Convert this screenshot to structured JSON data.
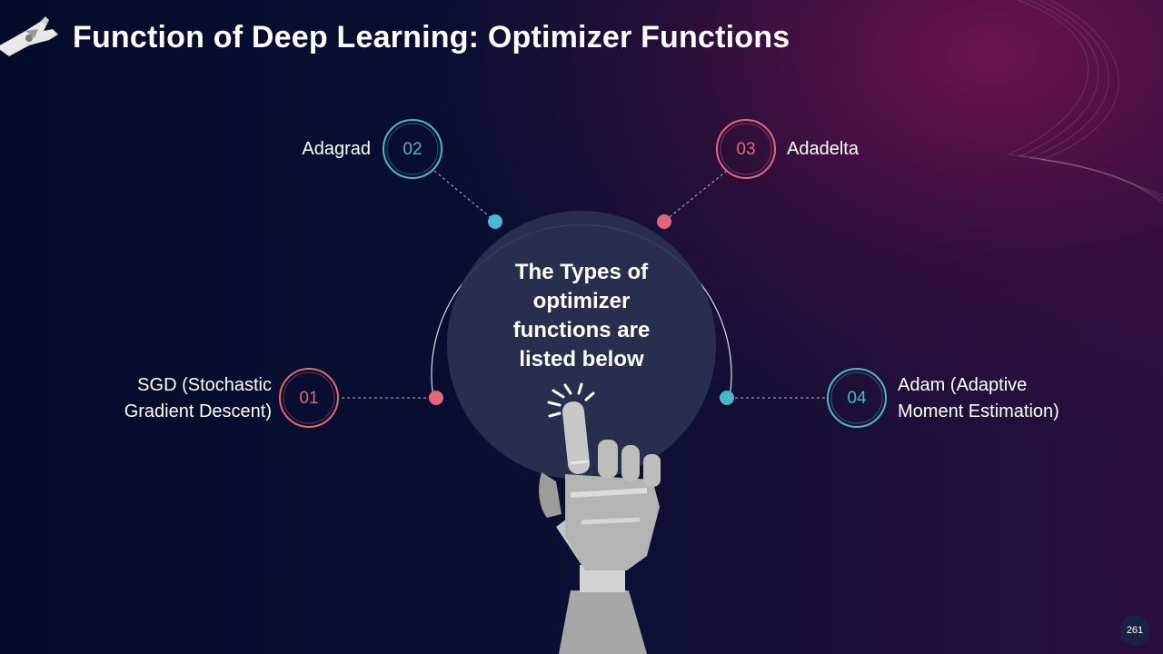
{
  "slide": {
    "title": "Function of Deep Learning: Optimizer Functions",
    "center_text": "The Types of optimizer functions are listed below",
    "page_number": "261"
  },
  "items": [
    {
      "number": "01",
      "label": "SGD (Stochastic Gradient Descent)",
      "color": "#e0687a"
    },
    {
      "number": "02",
      "label": "Adagrad",
      "color": "#4bb8c9"
    },
    {
      "number": "03",
      "label": "Adadelta",
      "color": "#e0687a"
    },
    {
      "number": "04",
      "label": "Adam (Adaptive Moment Estimation)",
      "color": "#4bb8c9"
    }
  ],
  "colors": {
    "background": "#050c2a",
    "accent_pink": "#e0687a",
    "accent_cyan": "#4bb8c9",
    "center_circle": "#2a3150"
  },
  "icons": [
    "robot-hand-icon",
    "pointing-robot-hand-icon",
    "tap-sparkle-icon"
  ]
}
